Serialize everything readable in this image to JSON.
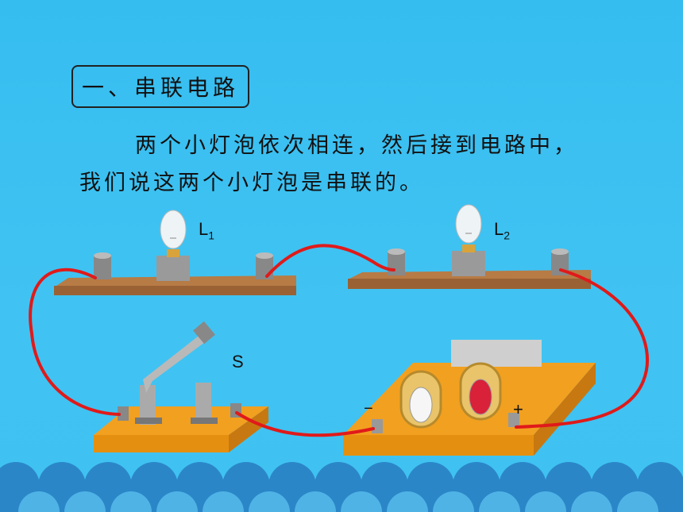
{
  "heading": "一、串联电路",
  "paragraph": {
    "line1": "两个小灯泡依次相连，然后接到电路中，",
    "line2": "我们说这两个小灯泡是串联的。"
  },
  "labels": {
    "lamp1": "L",
    "lamp1_sub": "1",
    "lamp2": "L",
    "lamp2_sub": "2",
    "switch": "S",
    "battery_minus": "−",
    "battery_plus": "+"
  },
  "colors": {
    "background": "#3fc2f1",
    "wire": "#e01a1a",
    "board": "#f2a020",
    "wave": "#2b86c8"
  }
}
